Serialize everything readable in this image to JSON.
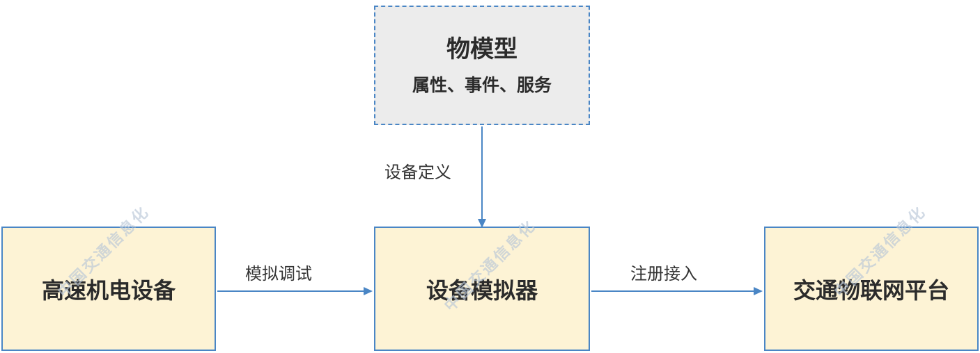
{
  "diagram": {
    "top_box": {
      "title": "物模型",
      "subtitle": "属性、事件、服务"
    },
    "boxes": [
      {
        "label": "高速机电设备"
      },
      {
        "label": "设备模拟器"
      },
      {
        "label": "交通物联网平台"
      }
    ],
    "edges": [
      {
        "label": "设备定义",
        "from": "物模型",
        "to": "设备模拟器"
      },
      {
        "label": "模拟调试",
        "from": "高速机电设备",
        "to": "设备模拟器"
      },
      {
        "label": "注册接入",
        "from": "设备模拟器",
        "to": "交通物联网平台"
      }
    ],
    "watermark": "中国交通信息化",
    "colors": {
      "box_border": "#4a86c5",
      "top_box_fill": "#ececec",
      "yellow_box_fill": "#fdf3d5",
      "arrow": "#4a86c5",
      "text": "#2b2b2b",
      "watermark": "#b9c7d8"
    }
  }
}
